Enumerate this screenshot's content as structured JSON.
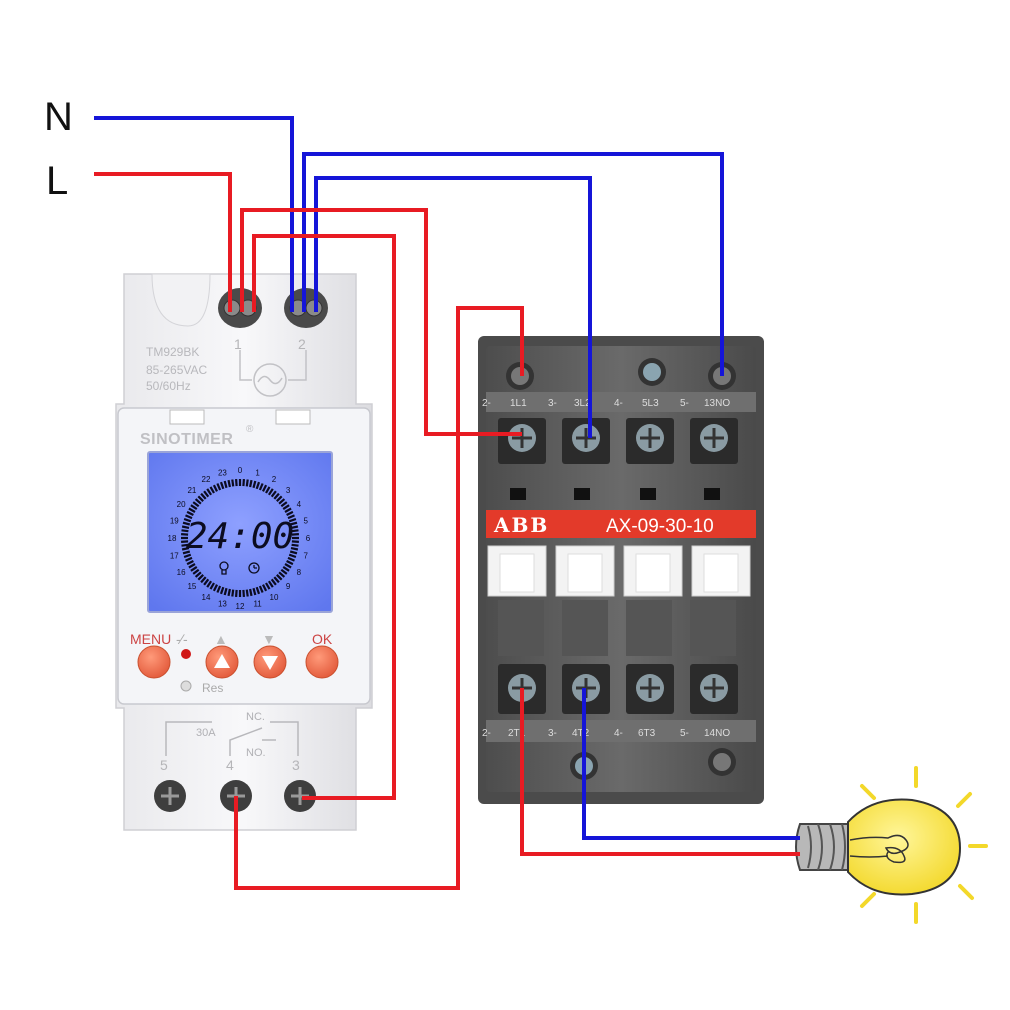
{
  "supply": {
    "neutral_label": "N",
    "live_label": "L"
  },
  "timer": {
    "model": "TM929BK",
    "voltage": "85-265VAC",
    "frequency": "50/60Hz",
    "brand": "SINOTIMER",
    "registered_mark": "®",
    "top_terminal_1": "1",
    "top_terminal_2": "2",
    "display_time": "24:00",
    "dial_hours": [
      "0",
      "1",
      "2",
      "3",
      "4",
      "5",
      "6",
      "7",
      "8",
      "9",
      "10",
      "11",
      "12",
      "13",
      "14",
      "15",
      "16",
      "17",
      "18",
      "19",
      "20",
      "21",
      "22",
      "23"
    ],
    "buttons": {
      "menu": "MENU",
      "manual_symbol": "-∕-",
      "up": "▲",
      "down": "▼",
      "ok": "OK",
      "reset": "Res"
    },
    "relay": {
      "rating": "30A",
      "nc": "NC.",
      "no": "NO."
    },
    "bottom_terminals": [
      "5",
      "4",
      "3"
    ]
  },
  "contactor": {
    "brand": "ABB",
    "model": "AX-09-30-10",
    "top_labels": [
      {
        "prefix": "2-",
        "text": "1L1"
      },
      {
        "prefix": "3-",
        "text": "3L2"
      },
      {
        "prefix": "4-",
        "text": "5L3"
      },
      {
        "prefix": "5-",
        "text": "13NO"
      }
    ],
    "bottom_labels": [
      {
        "prefix": "2-",
        "text": "2T1"
      },
      {
        "prefix": "3-",
        "text": "4T2"
      },
      {
        "prefix": "4-",
        "text": "6T3"
      },
      {
        "prefix": "5-",
        "text": "14NO"
      }
    ]
  },
  "colors": {
    "neutral_wire": "#1515d8",
    "live_wire": "#e81b23",
    "lcd_background": "#6f86f5",
    "button_orange": "#f0714d",
    "contactor_body": "#5e5e5e",
    "abb_band": "#e33a2a",
    "bulb_yellow": "#f6e23a"
  }
}
